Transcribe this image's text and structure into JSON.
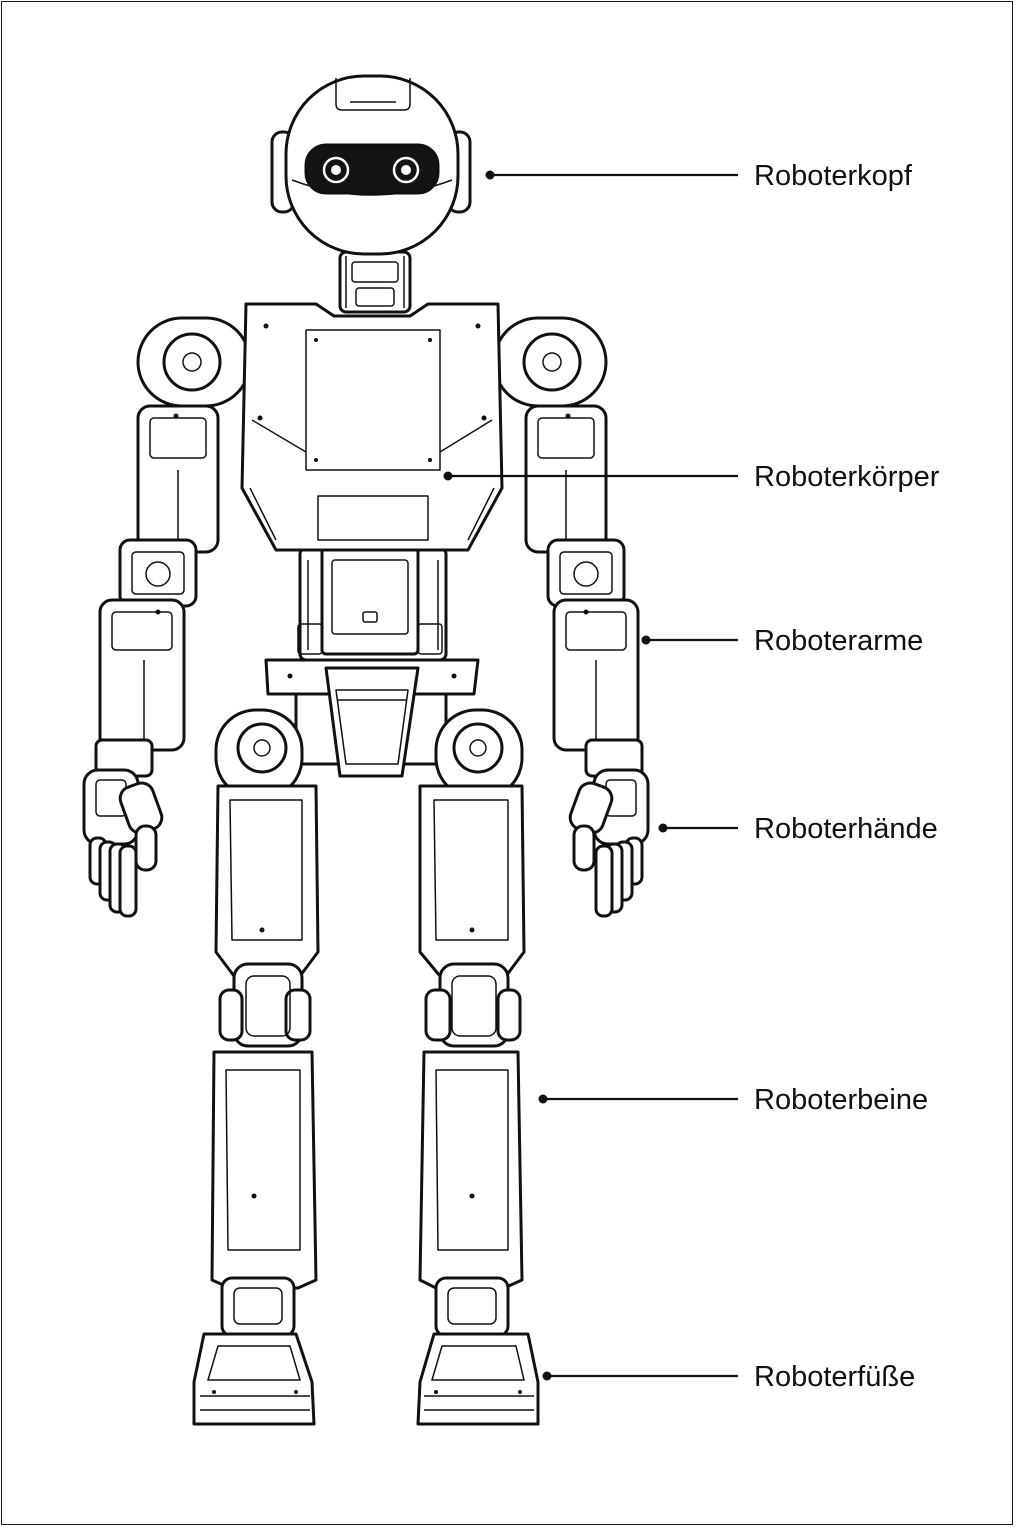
{
  "labels": {
    "head": "Roboterkopf",
    "body": "Roboterkörper",
    "arms": "Roboterarme",
    "hands": "Roboterhände",
    "legs": "Roboterbeine",
    "feet": "Roboterfüße"
  }
}
